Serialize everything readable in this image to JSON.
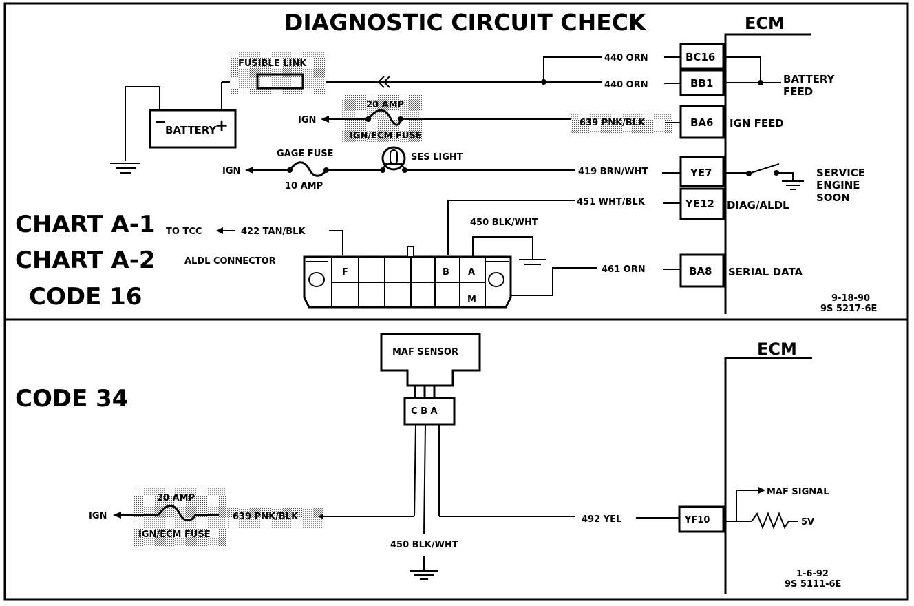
{
  "top": {
    "title": "DIAGNOSTIC CIRCUIT CHECK",
    "ecm_label": "ECM",
    "side_labels": [
      "CHART A-1",
      "CHART A-2",
      "CODE 16"
    ],
    "fusible_link": "FUSIBLE LINK",
    "battery": "BATTERY",
    "battery_minus": "−",
    "battery_plus": "+",
    "ign_fuse": {
      "ign": "IGN",
      "rating": "20 AMP",
      "name": "IGN/ECM FUSE"
    },
    "gage_fuse": {
      "ign": "IGN",
      "name": "GAGE FUSE",
      "rating": "10 AMP"
    },
    "ses_light": "SES LIGHT",
    "wires": {
      "w440a": "440 ORN",
      "w440b": "440 ORN",
      "w639": "639 PNK/BLK",
      "w419": "419 BRN/WHT",
      "w451": "451 WHT/BLK",
      "w422": "422 TAN/BLK",
      "w450": "450 BLK/WHT",
      "w461": "461 ORN"
    },
    "to_tcc": "TO TCC",
    "aldl_connector": "ALDL CONNECTOR",
    "aldl_pins": {
      "f": "F",
      "b": "B",
      "a": "A",
      "m": "M"
    },
    "ecm_pins": [
      {
        "pin": "BC16",
        "label": ""
      },
      {
        "pin": "BB1",
        "label": ""
      },
      {
        "pin": "BA6",
        "label": "IGN FEED"
      },
      {
        "pin": "YE7",
        "label": ""
      },
      {
        "pin": "YE12",
        "label": "DIAG/ALDL"
      },
      {
        "pin": "BA8",
        "label": "SERIAL DATA"
      }
    ],
    "battery_feed": [
      "BATTERY",
      "FEED"
    ],
    "service_engine_soon": [
      "SERVICE",
      "ENGINE",
      "SOON"
    ],
    "date": "9-18-90",
    "ref": "9S 5217-6E"
  },
  "bottom": {
    "code_label": "CODE 34",
    "ecm_label": "ECM",
    "maf_sensor": "MAF SENSOR",
    "maf_pins": "C B A",
    "ign_fuse": {
      "ign": "IGN",
      "rating": "20 AMP",
      "name": "IGN/ECM FUSE"
    },
    "wires": {
      "w639": "639 PNK/BLK",
      "w450": "450 BLK/WHT",
      "w492": "492 YEL"
    },
    "ecm_pin": "YF10",
    "maf_signal": "MAF SIGNAL",
    "v5": "5V",
    "date": "1-6-92",
    "ref": "9S 5111-6E"
  }
}
